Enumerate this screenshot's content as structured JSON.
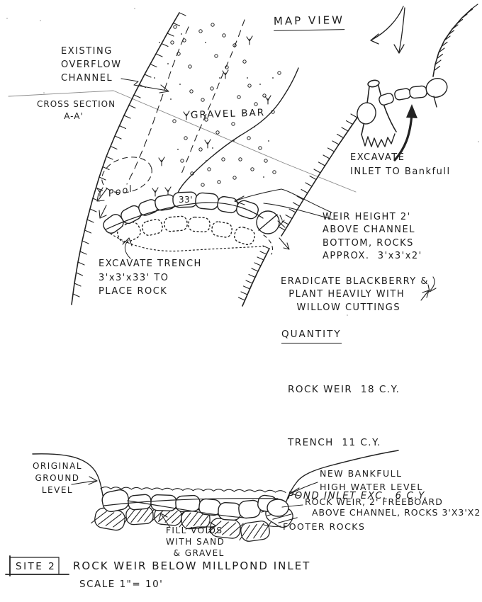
{
  "sheet": {
    "map_view": {
      "title": "MAP VIEW",
      "existing_channel": "EXISTING\nOVERFLOW\nCHANNEL",
      "cross_section": "CROSS SECTION\nA-A'",
      "gravel_bar": "GRAVEL BAR",
      "pool": "Pool",
      "weir_length": "33'",
      "excavate_inlet": "EXCAVATE\nINLET TO Bankfull",
      "weir_height_note": "WEIR HEIGHT 2'\nABOVE CHANNEL\nBOTTOM, ROCKS\nAPPROX.  3'x3'x2'",
      "excavate_trench": "EXCAVATE TRENCH\n3'x3'x33' TO\nPLACE ROCK",
      "eradicate_note": "ERADICATE BLACKBERRY &\n  PLANT HEAVILY WITH\n    WILLOW CUTTINGS"
    },
    "quantity": {
      "title": "QUANTITY",
      "items": [
        "ROCK WEIR  18 C.Y.",
        "TRENCH  11 C.Y.",
        "POND INLET EXC.  6 C.Y."
      ]
    },
    "cross_section_view": {
      "original_ground": "ORIGINAL\nGROUND\nLEVEL",
      "new_bankfull": "NEW BANKFULL\nHIGH WATER LEVEL",
      "rock_weir_note": "ROCK WEIR, 2' FREEBOARD\n  ABOVE CHANNEL, ROCKS 3'X3'X2",
      "footer_rocks": "FOOTER ROCKS",
      "fill_voids": "FILL VOIDS\nWITH SAND\n  & GRAVEL"
    },
    "title_block": {
      "site": "SITE 2",
      "title": "ROCK WEIR BELOW MILLPOND INLET",
      "scale": "SCALE 1\"= 10'"
    },
    "colors": {
      "ink": "#222222",
      "paper": "#ffffff"
    }
  }
}
